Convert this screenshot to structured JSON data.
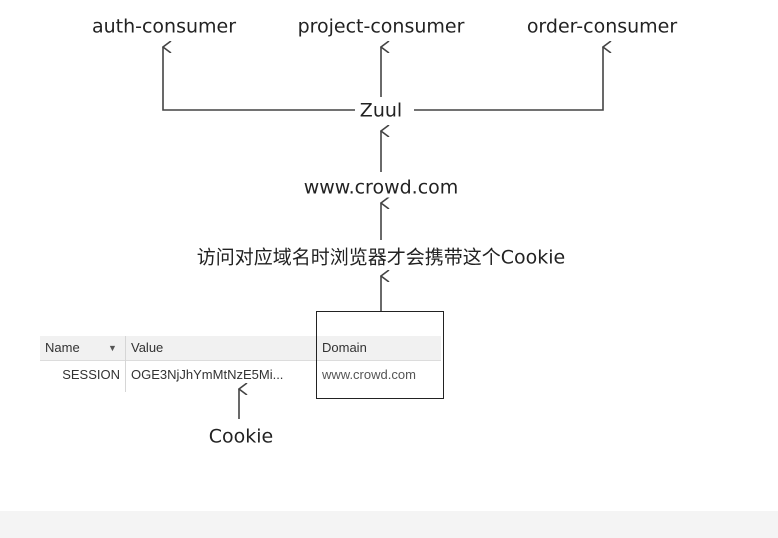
{
  "nodes": {
    "auth": "auth-consumer",
    "project": "project-consumer",
    "order": "order-consumer",
    "zuul": "Zuul",
    "domain": "www.crowd.com",
    "note": "访问对应域名时浏览器才会携带这个Cookie",
    "cookie": "Cookie"
  },
  "cookie_table": {
    "columns": {
      "name": "Name",
      "sort_icon": "▼",
      "value": "Value",
      "domain": "Domain"
    },
    "row": {
      "name": "SESSION",
      "value": "OGE3NjJhYmMtNzE5Mi...",
      "domain": "www.crowd.com"
    }
  },
  "colors": {
    "line": "#444444",
    "text": "#222222",
    "header_bg": "#f1f1f1"
  }
}
